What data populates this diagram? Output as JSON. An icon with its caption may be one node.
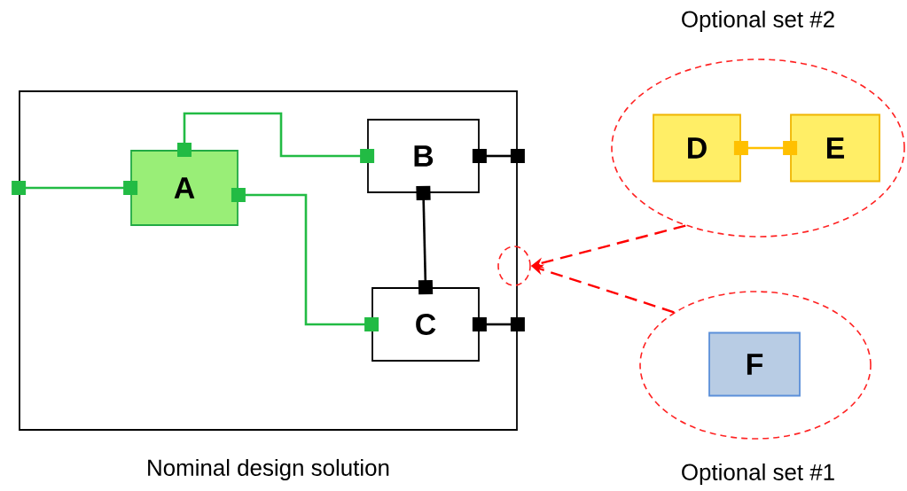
{
  "diagram": {
    "nodes": [
      {
        "text": [
          "Nominal design solution"
        ]
      },
      {
        "text": [
          "A"
        ],
        "in": 0
      },
      {
        "text": [
          "B"
        ],
        "in": 0
      },
      {
        "text": [
          "C"
        ],
        "in": 0
      },
      {
        "text": [
          "Optional set #2"
        ]
      },
      {
        "text": [
          "D"
        ],
        "in": 4
      },
      {
        "text": [
          "E"
        ],
        "in": 4
      },
      {
        "text": [
          "Optional set #1"
        ]
      },
      {
        "text": [
          "F"
        ],
        "in": 7
      },
      {
        "text": [],
        "shape": "circle"
      }
    ],
    "edges": [
      {
        "from": 0,
        "to": 1,
        "arrow": "other",
        "color": "#22bb44"
      },
      {
        "from": 1,
        "to": 2,
        "arrow": "other",
        "color": "#22bb44"
      },
      {
        "from": 1,
        "to": 3,
        "arrow": "other",
        "color": "#22bb44"
      },
      {
        "from": 2,
        "to": 3,
        "arrow": "other",
        "color": "#000000"
      },
      {
        "from": 2,
        "to": 0,
        "arrow": "other",
        "color": "#000000"
      },
      {
        "from": 3,
        "to": 0,
        "arrow": "other",
        "color": "#000000"
      },
      {
        "from": 5,
        "to": 6,
        "arrow": "other",
        "color": "#ffc000"
      },
      {
        "from": 4,
        "to": 9,
        "arrow": "to",
        "style": "dashed",
        "color": "#ff0000"
      },
      {
        "from": 7,
        "to": 9,
        "arrow": "to",
        "style": "dashed",
        "color": "#ff0000"
      }
    ]
  }
}
